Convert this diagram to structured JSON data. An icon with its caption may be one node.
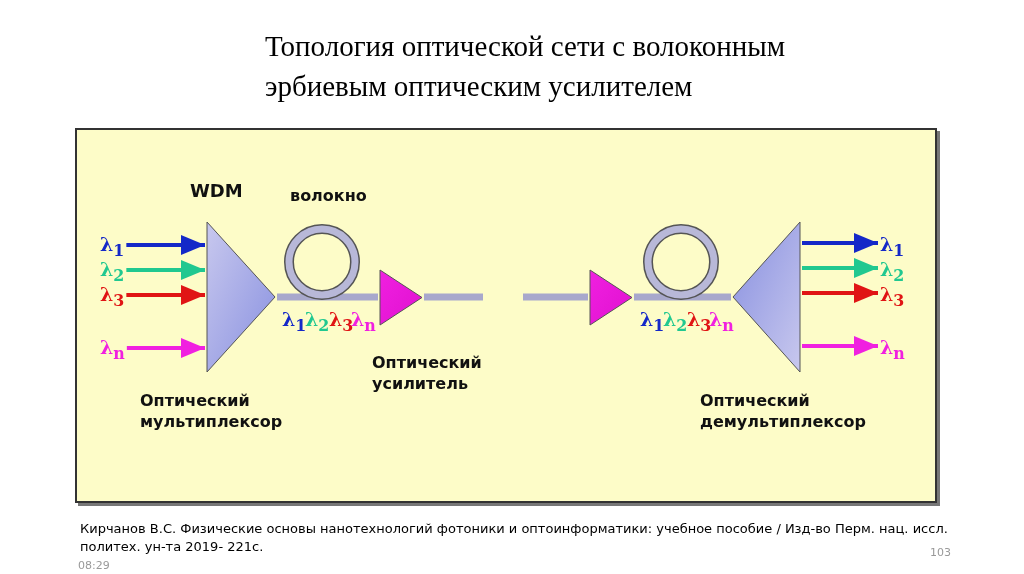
{
  "diagram": {
    "title": "Топология оптической сети с волоконным эрбиевым оптическим усилителем",
    "caption": "Кирчанов В.С. Физические основы нанотехнологий фотоники и оптоинформатики: учебное пособие / Изд-во Перм. нац. иссл. политех. ун-та 2019- 221с.",
    "nodes": [
      {
        "text": [],
        "shape": "triangle",
        "beside": [
          "WDM",
          "Оптический мультиплексор"
        ]
      },
      {
        "text": [],
        "shape": "circle",
        "beside": [
          "волокно"
        ]
      },
      {
        "text": [],
        "shape": "triangle",
        "beside": [
          "Оптический усилитель"
        ]
      },
      {
        "text": [],
        "shape": "triangle"
      },
      {
        "text": [],
        "shape": "circle"
      },
      {
        "text": [],
        "shape": "triangle",
        "beside": [
          "Оптический демультиплексор"
        ]
      },
      {
        "text": [
          "λ$_{1}$"
        ]
      },
      {
        "text": [
          "λ$_{2}$"
        ]
      },
      {
        "text": [
          "λ$_{3}$"
        ]
      },
      {
        "text": [
          "λ$_{n}$"
        ]
      },
      {
        "text": [
          "λ$_{1}$"
        ]
      },
      {
        "text": [
          "λ$_{2}$"
        ]
      },
      {
        "text": [
          "λ$_{3}$"
        ]
      },
      {
        "text": [
          "λ$_{n}$"
        ]
      }
    ],
    "edges": [
      {
        "from": 6,
        "to": 0,
        "arrow": "to",
        "color": "#1428c8"
      },
      {
        "from": 7,
        "to": 0,
        "arrow": "to",
        "color": "#20c890"
      },
      {
        "from": 8,
        "to": 0,
        "arrow": "to",
        "color": "#e01414"
      },
      {
        "from": 9,
        "to": 0,
        "arrow": "to",
        "color": "#f020e0"
      },
      {
        "from": 0,
        "to": 1,
        "arrow": "none"
      },
      {
        "from": 1,
        "to": 2,
        "arrow": "none"
      },
      {
        "from": 2,
        "to": null,
        "arrow": "none"
      },
      {
        "from": null,
        "to": 3,
        "arrow": "none"
      },
      {
        "from": 3,
        "to": 4,
        "arrow": "none"
      },
      {
        "from": 4,
        "to": 5,
        "arrow": "none"
      },
      {
        "from": 5,
        "to": 10,
        "arrow": "to",
        "color": "#1428c8"
      },
      {
        "from": 5,
        "to": 11,
        "arrow": "to",
        "color": "#20c890"
      },
      {
        "from": 5,
        "to": 12,
        "arrow": "to",
        "color": "#e01414"
      },
      {
        "from": 5,
        "to": 13,
        "arrow": "to",
        "color": "#f020e0"
      }
    ],
    "labels": [
      "λ$_{1}$",
      "λ$_{2}$",
      "λ$_{3}$",
      "λ$_{n}$",
      "λ$_{1}$",
      "λ$_{2}$",
      "λ$_{3}$",
      "λ$_{n}$",
      "08:29",
      "103"
    ]
  }
}
